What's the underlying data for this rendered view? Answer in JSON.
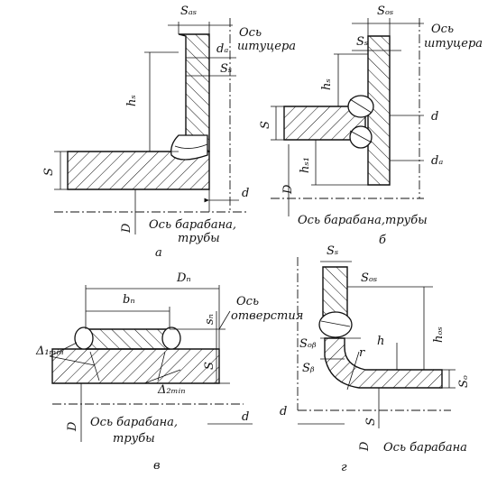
{
  "figure_a": {
    "labels": {
      "s_os": "Sₐₛ",
      "d_a": "dₐ",
      "s_s": "Sₛ",
      "h_s": "hₛ",
      "s": "S",
      "d": "d",
      "D": "D",
      "axis_drum": "Ось барабана,",
      "axis_drum2": "трубы",
      "axis_fitting": "Ось",
      "axis_fitting2": "штуцера",
      "letter": "а"
    }
  },
  "figure_b": {
    "labels": {
      "s_os": "Sₒₛ",
      "s_s": "Sₛ",
      "h_s": "hₛ",
      "s": "S",
      "d": "d",
      "d_a": "dₐ",
      "h_s1": "hₛ₁",
      "D": "D",
      "axis_drum": "Ось барабана,трубы",
      "axis_fitting": "Ось",
      "axis_fitting2": "штуцера",
      "letter": "б"
    }
  },
  "figure_v": {
    "labels": {
      "D_n": "Dₙ",
      "b_n": "bₙ",
      "s_n": "sₙ",
      "s": "S",
      "delta1": "Δ₁ₘᵢₙ",
      "delta2": "Δ₂ₘᵢₙ",
      "axis_hole": "Ось",
      "axis_hole2": "отверстия",
      "axis_drum": "Ось барабана,",
      "axis_drum2": "трубы",
      "d": "d",
      "D": "D",
      "letter": "в"
    }
  },
  "figure_g": {
    "labels": {
      "s_s": "Sₛ",
      "s_os": "Sₒₛ",
      "s_ob": "Sₒᵦ",
      "s_b": "Sᵦ",
      "h_os": "hₒₛ",
      "h": "h",
      "r": "r",
      "s_o": "Sₒ",
      "d": "d",
      "s": "S",
      "D": "D",
      "axis_drum": "Ось барабана",
      "letter": "г"
    }
  }
}
